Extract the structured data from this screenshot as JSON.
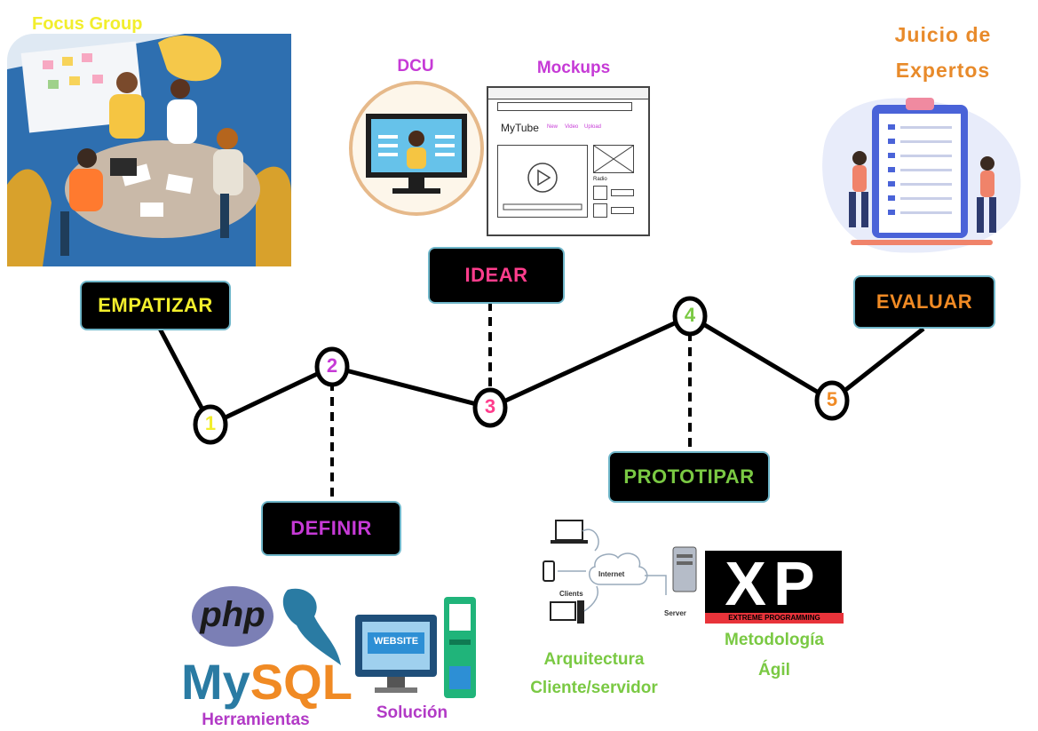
{
  "stages": [
    {
      "label": "EMPATIZAR",
      "number": "1",
      "color": "#f2ee2c"
    },
    {
      "label": "DEFINIR",
      "number": "2",
      "color": "#c63ad6"
    },
    {
      "label": "IDEAR",
      "number": "3",
      "color": "#ff3d8c"
    },
    {
      "label": "PROTOTIPAR",
      "number": "4",
      "color": "#7ac943"
    },
    {
      "label": "EVALUAR",
      "number": "5",
      "color": "#f08a24"
    }
  ],
  "captions": {
    "focus_group": "Focus Group",
    "dcu": "DCU",
    "mockups": "Mockups",
    "juicio_line1": "Juicio de",
    "juicio_line2": "Expertos",
    "herramientas": "Herramientas",
    "solucion": "Solución",
    "arquitectura_line1": "Arquitectura",
    "arquitectura_line2": "Cliente/servidor",
    "metodologia_line1": "Metodología",
    "metodologia_line2": "Ágil"
  },
  "logos": {
    "php": "php",
    "mysql_my": "My",
    "mysql_sql": "SQL",
    "website": "WEBSITE",
    "xp": "XP",
    "xp_sub": "EXTREME PROGRAMMING"
  },
  "mockup_ui": {
    "brand": "MyTube",
    "links": [
      "New",
      "Video",
      "Upload"
    ],
    "side_label": "Radio"
  },
  "network": {
    "internet": "Internet",
    "clients": "Clients",
    "server": "Server"
  },
  "colors": {
    "focus_group": "#f2ee2c",
    "dcu": "#c63ad6",
    "mockups": "#c63ad6",
    "juicio": "#e88a2a",
    "herramientas": "#b23ac6",
    "solucion": "#b23ac6",
    "arquitectura": "#7ac943",
    "metodologia": "#7ac943",
    "box_border": "#6fb6c9"
  }
}
